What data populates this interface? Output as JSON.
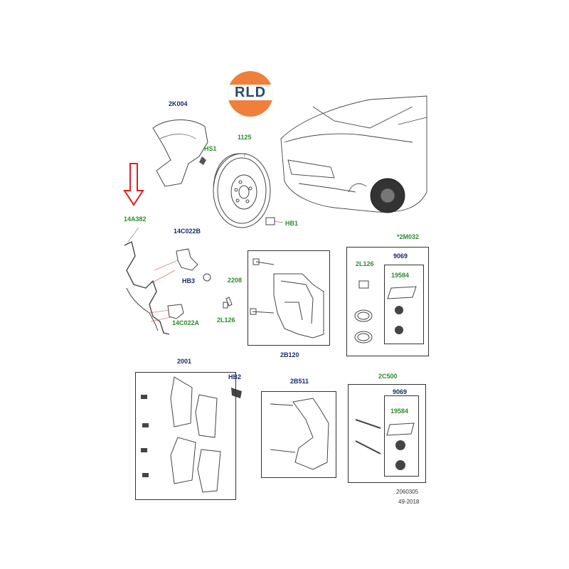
{
  "logo": {
    "text": "RLD"
  },
  "callouts": {
    "c2K004": "2K004",
    "cHS1": "HS1",
    "c1125": "1125",
    "cHB1": "HB1",
    "c14A382": "14A382",
    "c14C022B": "14C022B",
    "cHB3": "HB3",
    "c14C022A": "14C022A",
    "c2208": "2208",
    "c2L126a": "2L126",
    "c2B120": "2B120",
    "c2M032": "*2M032",
    "c9069a": "9069",
    "c2L126b": "2L126",
    "c19584a": "19584",
    "c2001": "2001",
    "cHB2": "HB2",
    "c2B511": "2B511",
    "c2C500": "2C500",
    "c9069b": "9069",
    "c19584b": "19584"
  },
  "footer": {
    "ref": "2060305",
    "date": "49-2018"
  },
  "colors": {
    "arrow": "#e0201c",
    "green": "#2e8b2e",
    "navy": "#1a2a6b",
    "logo": "#f07f3c"
  }
}
